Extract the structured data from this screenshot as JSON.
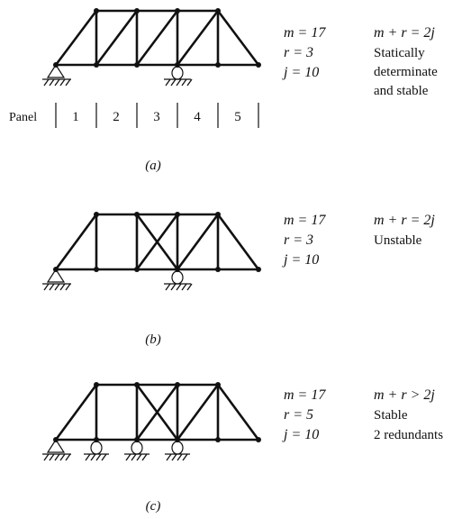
{
  "panel_row": {
    "label": "Panel",
    "numbers": [
      "1",
      "2",
      "3",
      "4",
      "5"
    ]
  },
  "cases": [
    {
      "id": "a",
      "caption": "(a)",
      "eq1": "m = 17",
      "eq2": "r = 3",
      "eq3": "j = 10",
      "condition": "m + r = 2j",
      "result_lines": [
        "Statically",
        "determinate",
        "and stable"
      ]
    },
    {
      "id": "b",
      "caption": "(b)",
      "eq1": "m = 17",
      "eq2": "r = 3",
      "eq3": "j = 10",
      "condition": "m + r = 2j",
      "result_lines": [
        "Unstable"
      ]
    },
    {
      "id": "c",
      "caption": "(c)",
      "eq1": "m = 17",
      "eq2": "r = 5",
      "eq3": "j = 10",
      "condition": "m + r > 2j",
      "result_lines": [
        "Stable",
        "2 redundants"
      ]
    }
  ]
}
